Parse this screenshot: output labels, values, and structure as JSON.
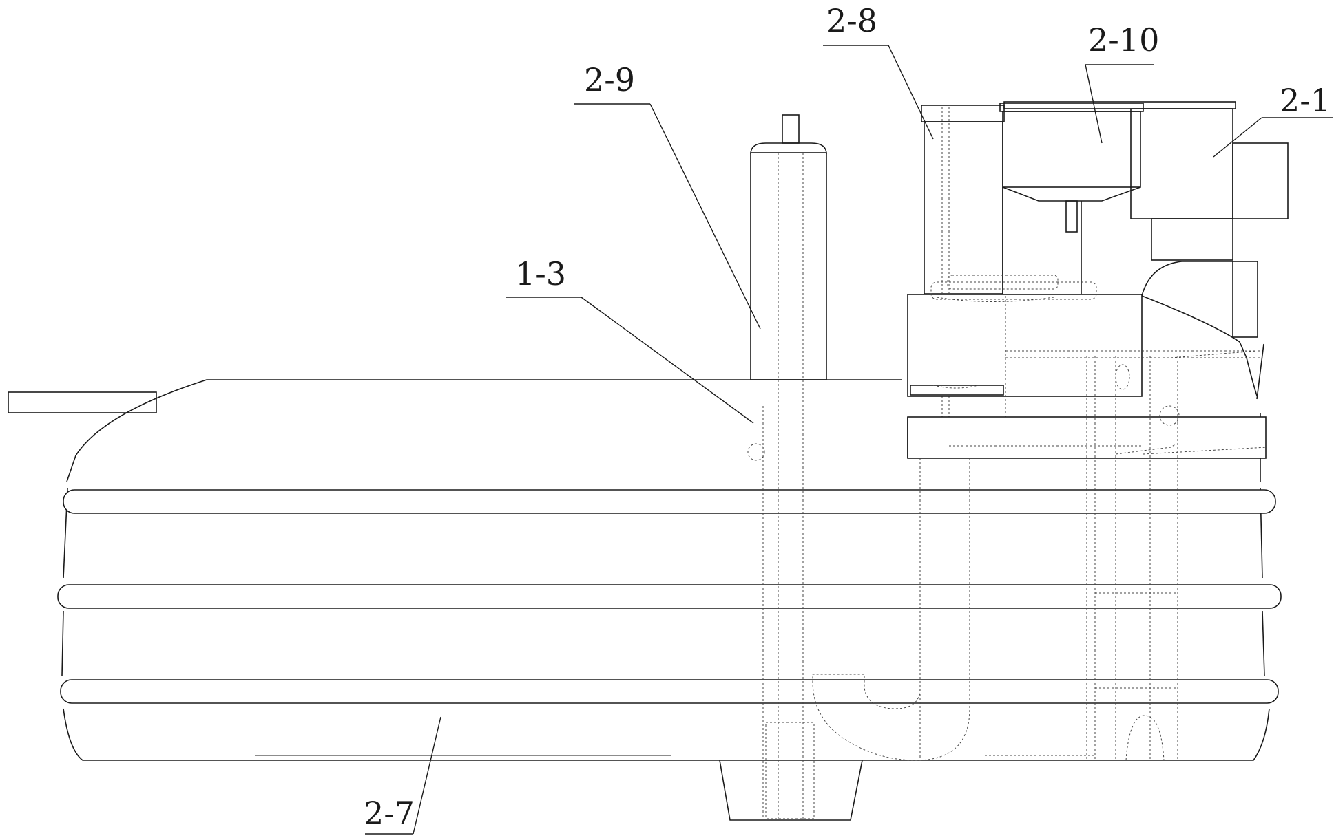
{
  "labels": {
    "l_2_8": "2-8",
    "l_2_10": "2-10",
    "l_2_1": "2-1",
    "l_2_9": "2-9",
    "l_1_3": "1-3",
    "l_2_7": "2-7"
  }
}
